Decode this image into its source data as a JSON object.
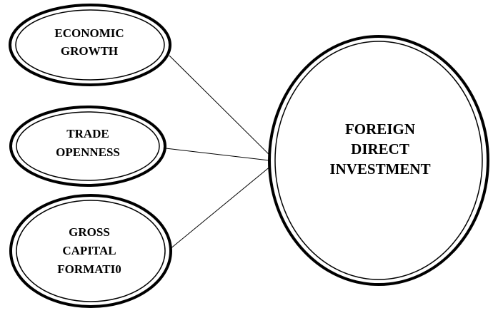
{
  "nodes": {
    "economic_growth": {
      "lines": [
        "ECONOMIC",
        "GROWTH"
      ]
    },
    "trade_openness": {
      "lines": [
        "TRADE",
        "OPENNESS"
      ]
    },
    "gross_capital_formation": {
      "lines": [
        "GROSS",
        "CAPITAL",
        "FORMATI0"
      ]
    },
    "fdi": {
      "lines": [
        "FOREIGN",
        "DIRECT",
        "INVESTMENT"
      ]
    }
  },
  "edges": [
    {
      "from": "economic_growth",
      "to": "fdi"
    },
    {
      "from": "trade_openness",
      "to": "fdi"
    },
    {
      "from": "gross_capital_formation",
      "to": "fdi"
    }
  ],
  "colors": {
    "stroke": "#000000",
    "fill": "#ffffff"
  }
}
